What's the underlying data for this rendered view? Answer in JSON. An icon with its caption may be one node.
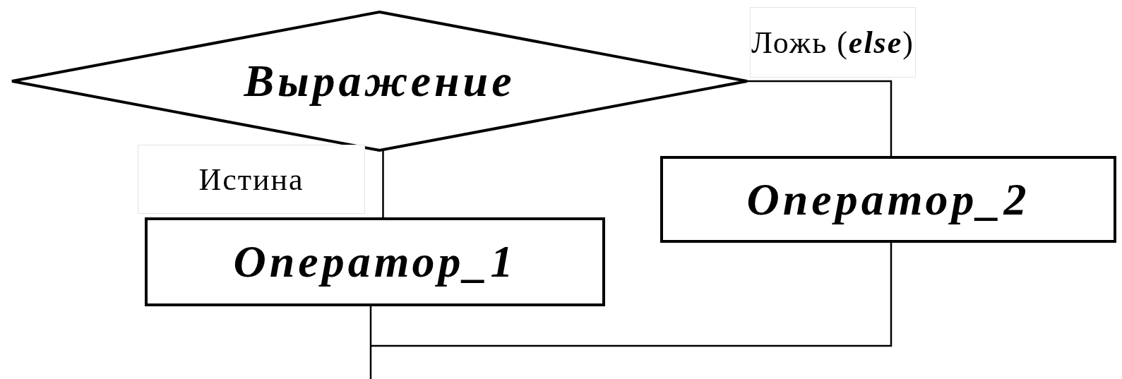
{
  "diagram": {
    "nodes": [
      {
        "text": [
          "Выражение"
        ]
      },
      {
        "text": [
          "Оператор_1"
        ]
      },
      {
        "text": [
          "Оператор_2"
        ]
      }
    ],
    "edges": [
      {
        "from": 0,
        "to": 1,
        "arrow": "none",
        "label": "Истина"
      },
      {
        "from": 0,
        "to": 2,
        "arrow": "none",
        "label": "Ложь (*else*)"
      },
      {
        "from": 1,
        "to": null,
        "arrow": "none"
      },
      {
        "from": 2,
        "to": null,
        "arrow": "none"
      }
    ]
  }
}
